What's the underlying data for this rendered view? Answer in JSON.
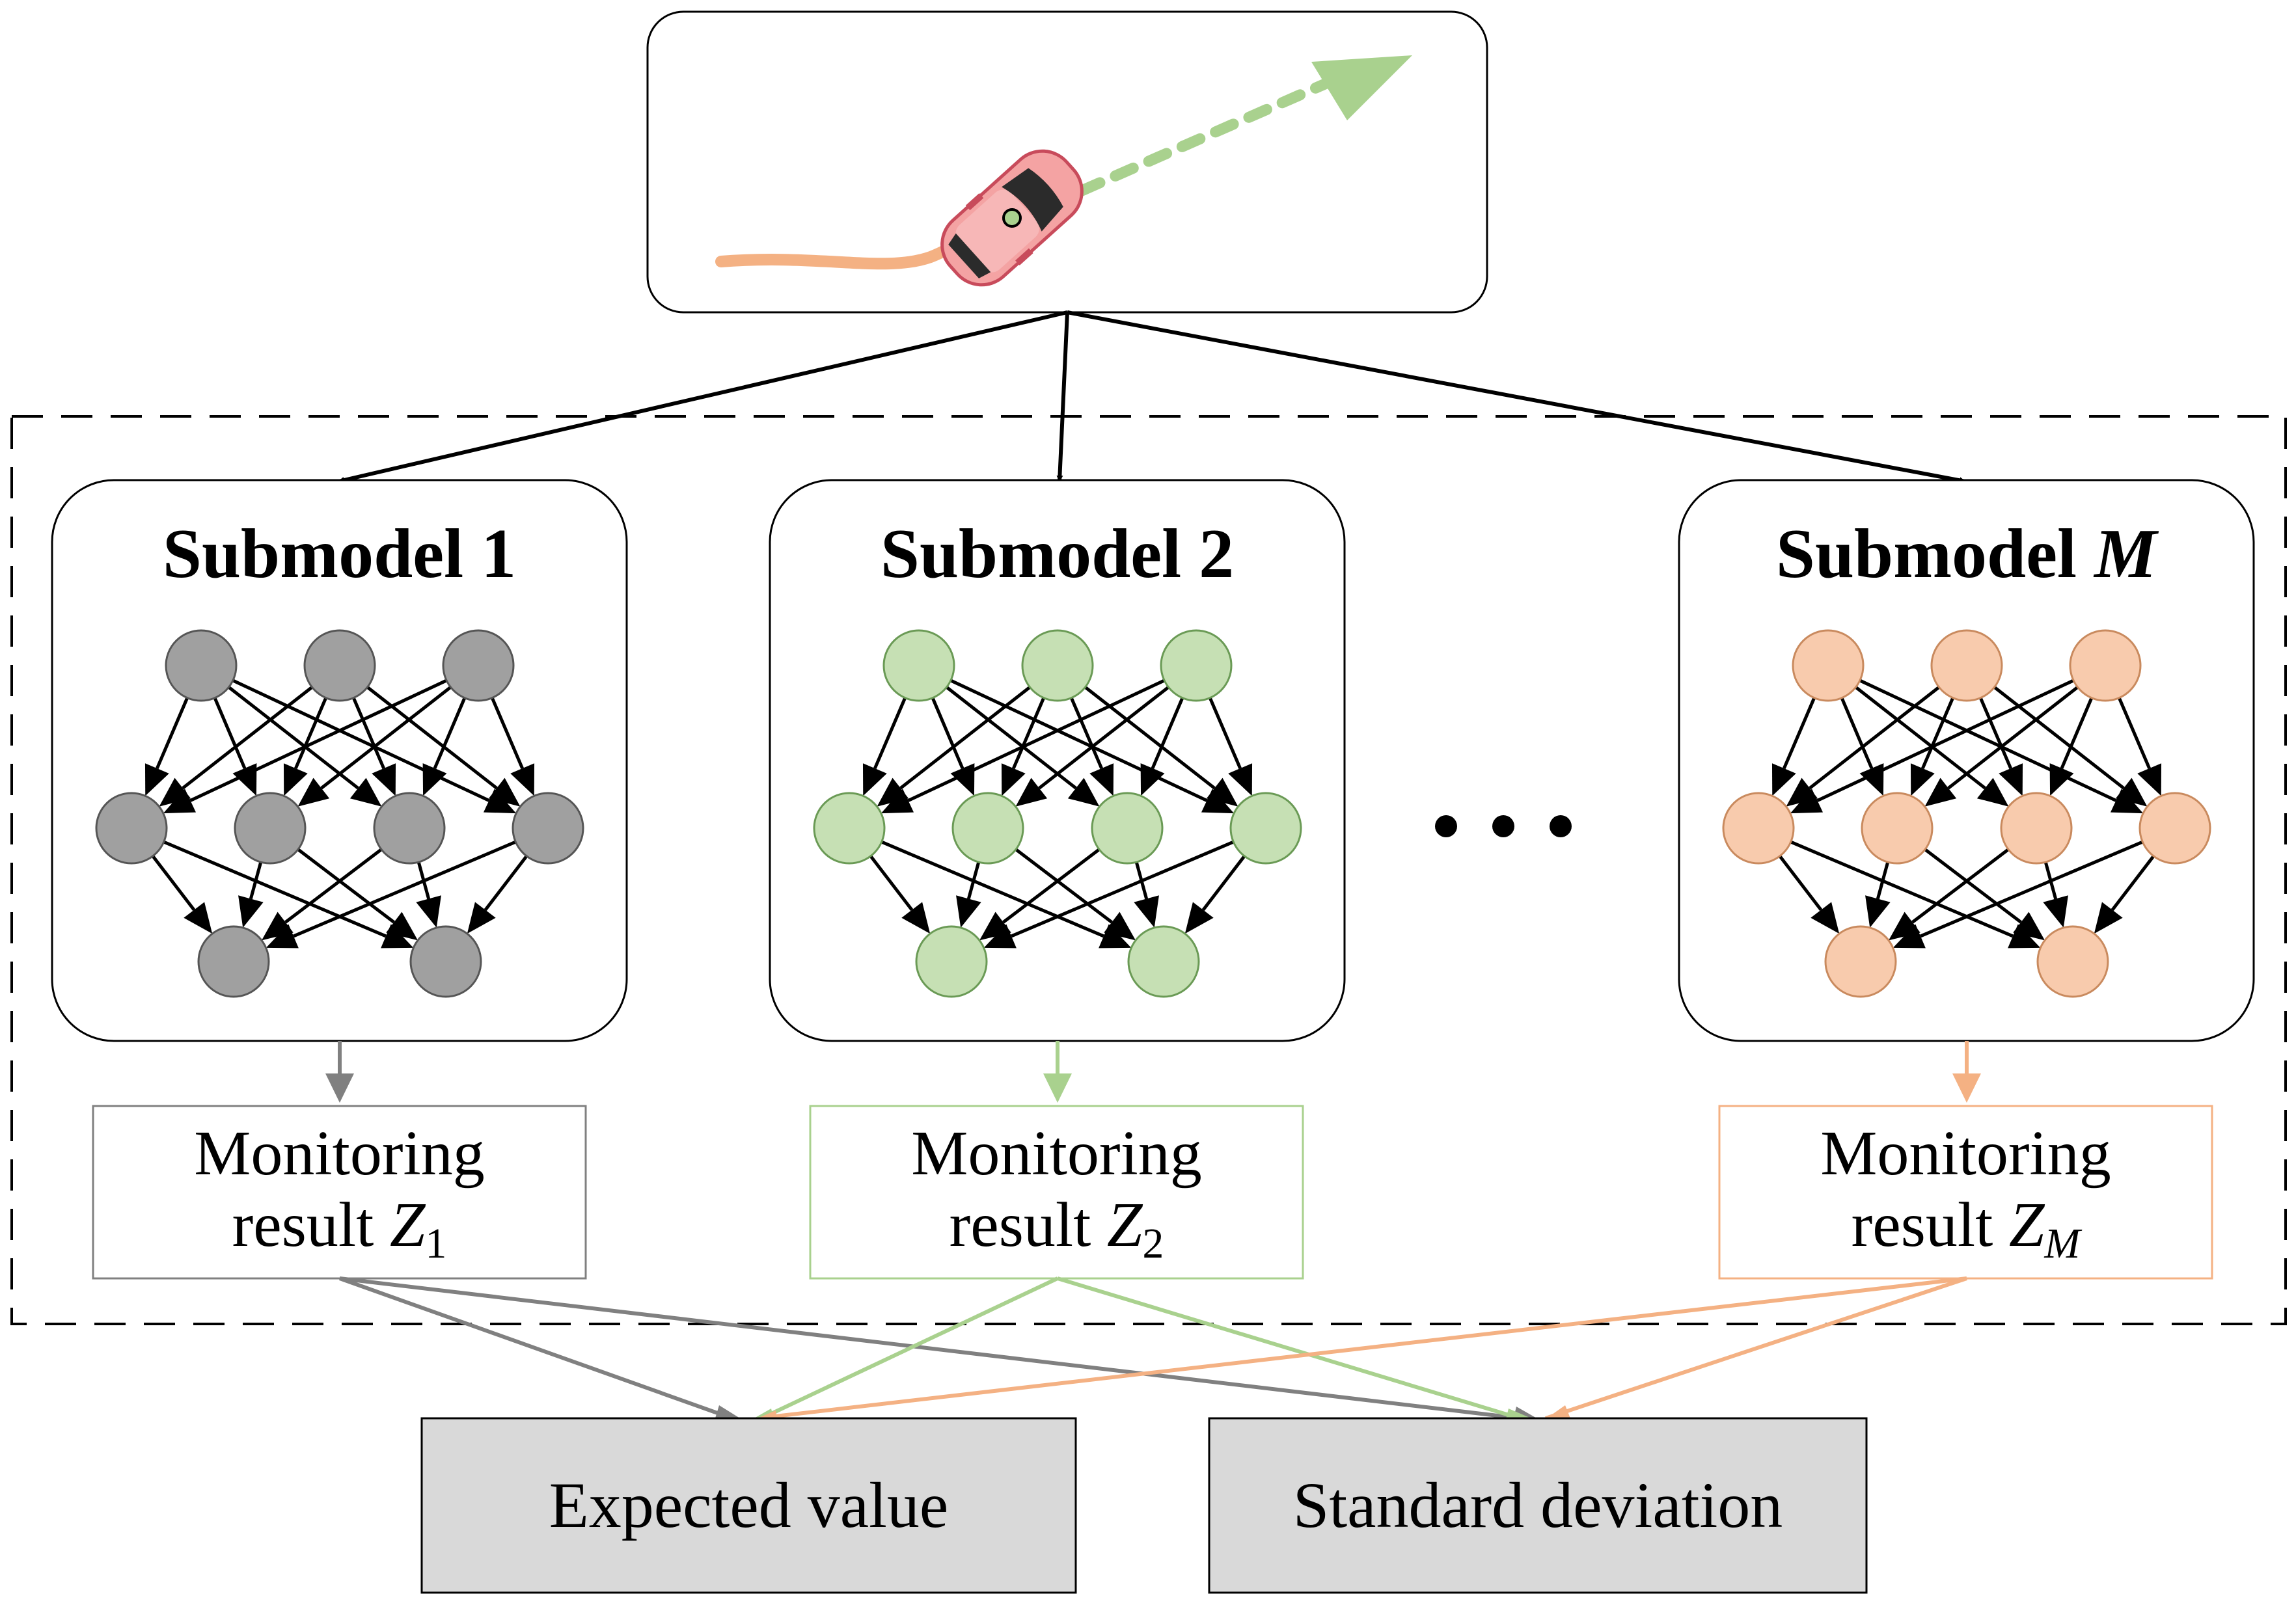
{
  "colors": {
    "sub1": "#a0a0a0",
    "sub1_stroke": "#808080",
    "sub2": "#c6e0b4",
    "sub2_stroke": "#a9d18e",
    "subM": "#f8cbad",
    "subM_stroke": "#f4b183",
    "output_box": "#d9d9d9",
    "trajectory_past": "#f4b183",
    "trajectory_future": "#a9d18e",
    "car_body": "#f4a3a3"
  },
  "icons": {
    "vehicle": "car-top-view-icon",
    "ellipsis": "horizontal-dots-icon"
  },
  "submodels": [
    {
      "name": "Submodel ",
      "index": "1",
      "index_italic": false,
      "result_line1": "Monitoring",
      "result_line2": "result ",
      "result_var": "Z",
      "result_sub": "1",
      "result_sub_italic": false
    },
    {
      "name": "Submodel ",
      "index": "2",
      "index_italic": false,
      "result_line1": "Monitoring",
      "result_line2": "result ",
      "result_var": "Z",
      "result_sub": "2",
      "result_sub_italic": false
    },
    {
      "name": "Submodel ",
      "index": "M",
      "index_italic": true,
      "result_line1": "Monitoring",
      "result_line2": "result ",
      "result_var": "Z",
      "result_sub": "M",
      "result_sub_italic": true
    }
  ],
  "outputs": {
    "expected": "Expected value",
    "stddev": "Standard deviation"
  }
}
